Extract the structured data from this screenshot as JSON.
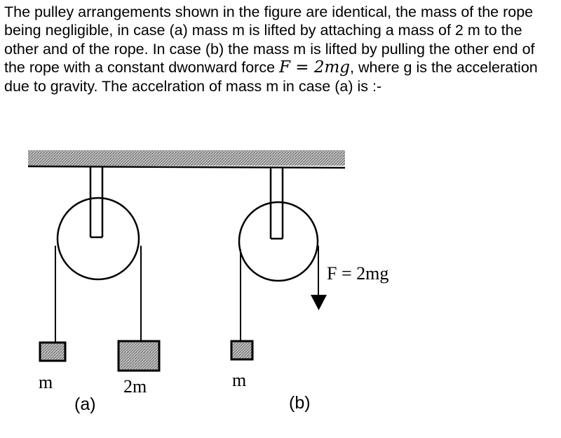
{
  "question": {
    "text_before": "The pulley arrangements shown in the figure are identical, the mass of the rope being negligible, in case (a) mass m is lifted by attaching a mass of 2 m to the other and of the rope. In case (b) the mass m is lifted by pulling the other end of the rope with a constant dwonward force ",
    "formula": "F = 2mg",
    "text_after": ", where g is the acceleration due to gravity. The accelration of mass m in case (a) is :-"
  },
  "figure": {
    "case_a": {
      "left_mass_label": "m",
      "right_mass_label": "2m",
      "caption": "(a)"
    },
    "case_b": {
      "mass_label": "m",
      "force_label": "F = 2mg",
      "caption": "(b)"
    }
  }
}
